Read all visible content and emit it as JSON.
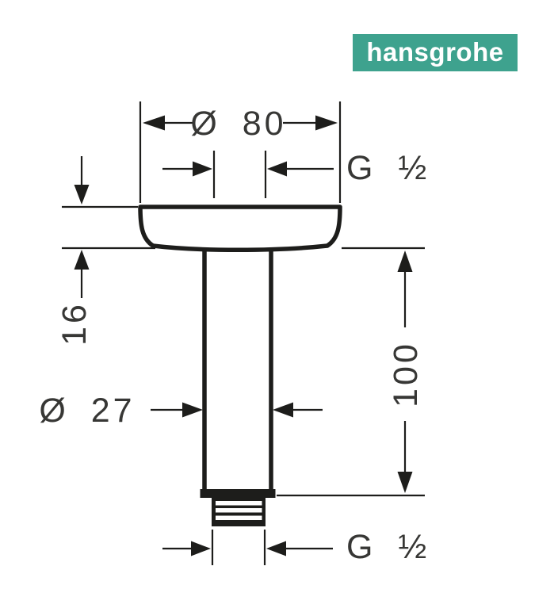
{
  "page": {
    "background": "#ffffff",
    "line_color": "#1d1d1b",
    "text_color": "#373735"
  },
  "logo": {
    "text": "hansgrohe",
    "bg_color": "#3ea28e",
    "text_color": "#ffffff"
  },
  "drawing": {
    "subject": "ceiling-connector-dimension-drawing",
    "dimensions": {
      "flange_diameter": "Ø 80",
      "thread_top": "G ½",
      "flange_height": "16",
      "pipe_length": "100",
      "pipe_diameter": "Ø 27",
      "thread_bottom": "G ½"
    },
    "dimension_values": {
      "flange_diameter_mm": 80,
      "flange_height_mm": 16,
      "pipe_length_mm": 100,
      "pipe_diameter_mm": 27,
      "thread_size": "G 1/2"
    }
  }
}
